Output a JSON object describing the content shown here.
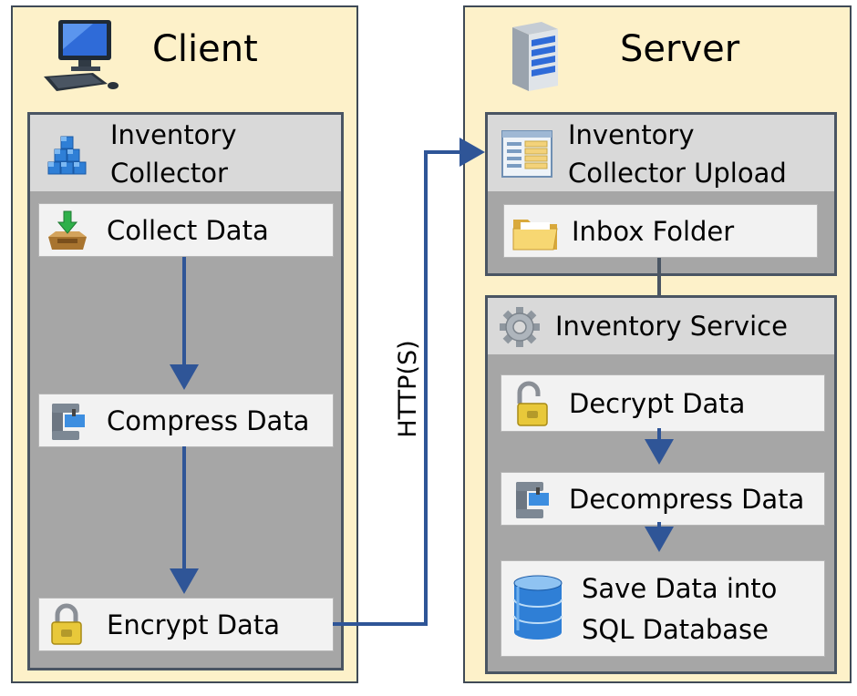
{
  "client": {
    "title": "Client",
    "panel": {
      "title_line1": "Inventory",
      "title_line2": "Collector"
    },
    "steps": [
      "Collect Data",
      "Compress Data",
      "Encrypt Data"
    ]
  },
  "server": {
    "title": "Server",
    "upload_panel": {
      "title_line1": "Inventory",
      "title_line2": "Collector Upload",
      "folder": "Inbox Folder"
    },
    "service_panel": {
      "title": "Inventory Service",
      "steps": [
        "Decrypt Data",
        "Decompress Data"
      ],
      "save_line1": "Save Data into",
      "save_line2": "SQL Database"
    }
  },
  "connection": {
    "label": "HTTP(S)"
  },
  "colors": {
    "arrow": "#2f5597",
    "container_fill": "#fdf1c9",
    "panel_fill": "#a6a6a6",
    "header_fill": "#d9d9d9"
  },
  "icons": [
    "computer-icon",
    "server-icon",
    "cubes-icon",
    "inbox-download-icon",
    "vise-clamp-icon",
    "padlock-icon",
    "form-icon",
    "folder-icon",
    "gear-icon",
    "open-padlock-icon",
    "database-icon"
  ]
}
